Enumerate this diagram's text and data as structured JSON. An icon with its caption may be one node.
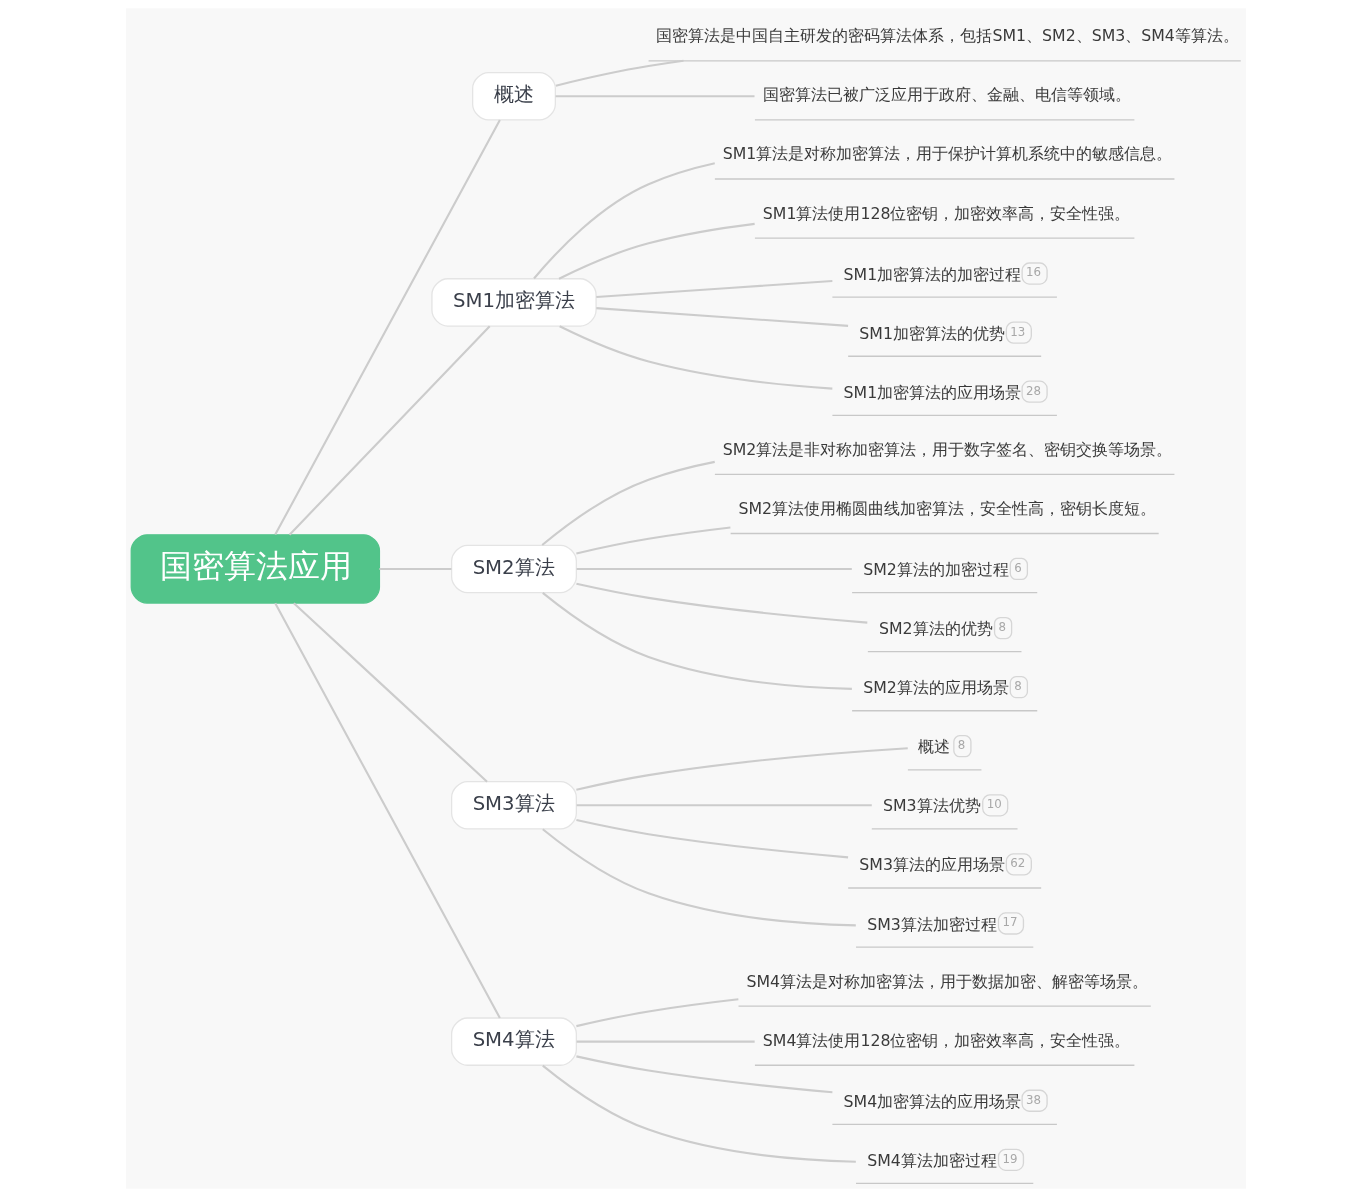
{
  "diagram": {
    "nodes": [
      {
        "text": [
          "国密算法应用"
        ]
      },
      {
        "text": [
          "概述"
        ]
      },
      {
        "text": [
          "国密算法是中国自主研发的密码算法体系，包括SM1、SM2、SM3、SM4等算法。"
        ]
      },
      {
        "text": [
          "国密算法已被广泛应用于政府、金融、电信等领域。"
        ]
      },
      {
        "text": [
          "SM1加密算法"
        ]
      },
      {
        "text": [
          "SM1算法是对称加密算法，用于保护计算机系统中的敏感信息。"
        ]
      },
      {
        "text": [
          "SM1算法使用128位密钥，加密效率高，安全性强。"
        ]
      },
      {
        "text": [
          "SM1加密算法的加密过程",
          "16"
        ]
      },
      {
        "text": [
          "SM1加密算法的优势",
          "13"
        ]
      },
      {
        "text": [
          "SM1加密算法的应用场景",
          "28"
        ]
      },
      {
        "text": [
          "SM2算法"
        ]
      },
      {
        "text": [
          "SM2算法是非对称加密算法，用于数字签名、密钥交换等场景。"
        ]
      },
      {
        "text": [
          "SM2算法使用椭圆曲线加密算法，安全性高，密钥长度短。"
        ]
      },
      {
        "text": [
          "SM2算法的加密过程",
          "6"
        ]
      },
      {
        "text": [
          "SM2算法的优势",
          "8"
        ]
      },
      {
        "text": [
          "SM2算法的应用场景",
          "8"
        ]
      },
      {
        "text": [
          "SM3算法"
        ]
      },
      {
        "text": [
          "概述",
          "8"
        ]
      },
      {
        "text": [
          "SM3算法优势",
          "10"
        ]
      },
      {
        "text": [
          "SM3算法的应用场景",
          "62"
        ]
      },
      {
        "text": [
          "SM3算法加密过程",
          "17"
        ]
      },
      {
        "text": [
          "SM4算法"
        ]
      },
      {
        "text": [
          "SM4算法是对称加密算法，用于数据加密、解密等场景。"
        ]
      },
      {
        "text": [
          "SM4算法使用128位密钥，加密效率高，安全性强。"
        ]
      },
      {
        "text": [
          "SM4加密算法的应用场景",
          "38"
        ]
      },
      {
        "text": [
          "SM4算法加密过程",
          "19"
        ]
      }
    ],
    "edges": [
      {
        "from": 0,
        "to": 1,
        "arrow": "none"
      },
      {
        "from": 1,
        "to": 2,
        "arrow": "none"
      },
      {
        "from": 1,
        "to": 3,
        "arrow": "none"
      },
      {
        "from": 0,
        "to": 4,
        "arrow": "none"
      },
      {
        "from": 4,
        "to": 5,
        "arrow": "none"
      },
      {
        "from": 4,
        "to": 6,
        "arrow": "none"
      },
      {
        "from": 4,
        "to": 7,
        "arrow": "none"
      },
      {
        "from": 4,
        "to": 8,
        "arrow": "none"
      },
      {
        "from": 4,
        "to": 9,
        "arrow": "none"
      },
      {
        "from": 0,
        "to": 10,
        "arrow": "none"
      },
      {
        "from": 10,
        "to": 11,
        "arrow": "none"
      },
      {
        "from": 10,
        "to": 12,
        "arrow": "none"
      },
      {
        "from": 10,
        "to": 13,
        "arrow": "none"
      },
      {
        "from": 10,
        "to": 14,
        "arrow": "none"
      },
      {
        "from": 10,
        "to": 15,
        "arrow": "none"
      },
      {
        "from": 0,
        "to": 16,
        "arrow": "none"
      },
      {
        "from": 16,
        "to": 17,
        "arrow": "none"
      },
      {
        "from": 16,
        "to": 18,
        "arrow": "none"
      },
      {
        "from": 16,
        "to": 19,
        "arrow": "none"
      },
      {
        "from": 16,
        "to": 20,
        "arrow": "none"
      },
      {
        "from": 0,
        "to": 21,
        "arrow": "none"
      },
      {
        "from": 21,
        "to": 22,
        "arrow": "none"
      },
      {
        "from": 21,
        "to": 23,
        "arrow": "none"
      },
      {
        "from": 21,
        "to": 24,
        "arrow": "none"
      },
      {
        "from": 21,
        "to": 25,
        "arrow": "none"
      }
    ]
  }
}
